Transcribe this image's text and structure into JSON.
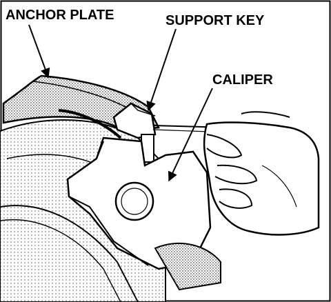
{
  "labels": {
    "anchor_plate": "ANCHOR PLATE",
    "support_key": "SUPPORT KEY",
    "caliper": "CALIPER"
  },
  "colors": {
    "ink": "#000000",
    "paper": "#ffffff",
    "shade": "#bdbdbd"
  }
}
